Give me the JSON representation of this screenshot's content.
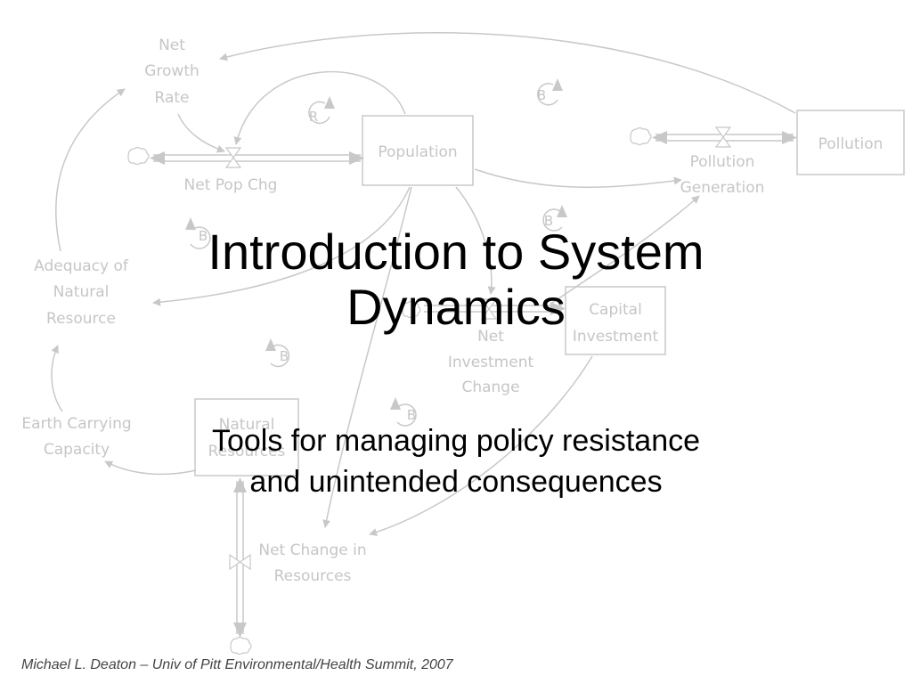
{
  "slide": {
    "title_line1": "Introduction to System",
    "title_line2": "Dynamics",
    "subtitle_line1": "Tools for managing policy resistance",
    "subtitle_line2": "and unintended consequences",
    "footer": "Michael L. Deaton – Univ of Pitt Environmental/Health Summit, 2007"
  },
  "diagram": {
    "stocks": {
      "population": "Population",
      "pollution": "Pollution",
      "capital_l1": "Capital",
      "capital_l2": "Investment",
      "natural_l1": "Natural",
      "natural_l2": "Resources"
    },
    "flows": {
      "net_pop_chg": "Net Pop Chg",
      "pollution_gen_l1": "Pollution",
      "pollution_gen_l2": "Generation",
      "net_invest_l1": "Net",
      "net_invest_l2": "Investment",
      "net_invest_l3": "Change",
      "net_change_l1": "Net Change in",
      "net_change_l2": "Resources"
    },
    "auxiliaries": {
      "net_growth_l1": "Net",
      "net_growth_l2": "Growth",
      "net_growth_l3": "Rate",
      "adequacy_l1": "Adequacy of",
      "adequacy_l2": "Natural",
      "adequacy_l3": "Resource",
      "earth_l1": "Earth Carrying",
      "earth_l2": "Capacity"
    },
    "loops": {
      "reinforcing": "R",
      "balancing": "B"
    },
    "line_color": "#c8c8c8",
    "text_color": "#c6c6c6"
  }
}
